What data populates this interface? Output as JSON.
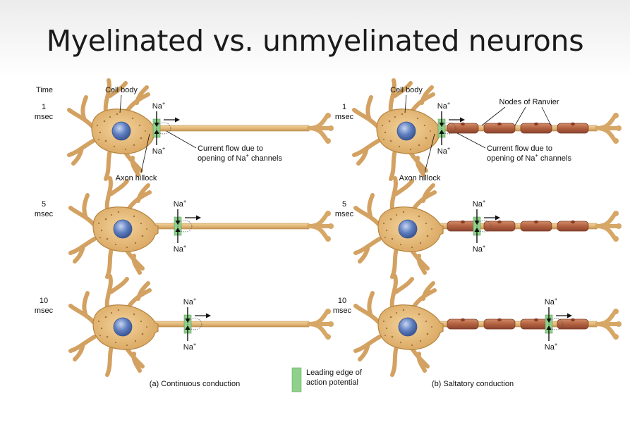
{
  "title": "Myelinated vs. unmyelinated neurons",
  "labels": {
    "time": "Time",
    "cell_body": "Cell body",
    "axon_hillock": "Axon hillock",
    "nodes_of_ranvier": "Nodes of Ranvier",
    "current_flow_line1": "Current flow due to",
    "current_flow_line2_pre": "opening of Na",
    "current_flow_line2_post": " channels",
    "na": "Na",
    "plus": "+"
  },
  "times": [
    {
      "value": "1",
      "unit": "msec"
    },
    {
      "value": "5",
      "unit": "msec"
    },
    {
      "value": "10",
      "unit": "msec"
    }
  ],
  "captions": {
    "a": "(a) Continuous conduction",
    "b": "(b) Saltatory conduction"
  },
  "legend": {
    "line1": "Leading edge of",
    "line2": "action potential",
    "color": "#8fd08a"
  },
  "colors": {
    "axon": "#e0b878",
    "axon_edge": "#b88a4a",
    "myelin": "#b86a48",
    "nucleus": "#4f6fb0",
    "edge_marker": "#8fd08a"
  }
}
